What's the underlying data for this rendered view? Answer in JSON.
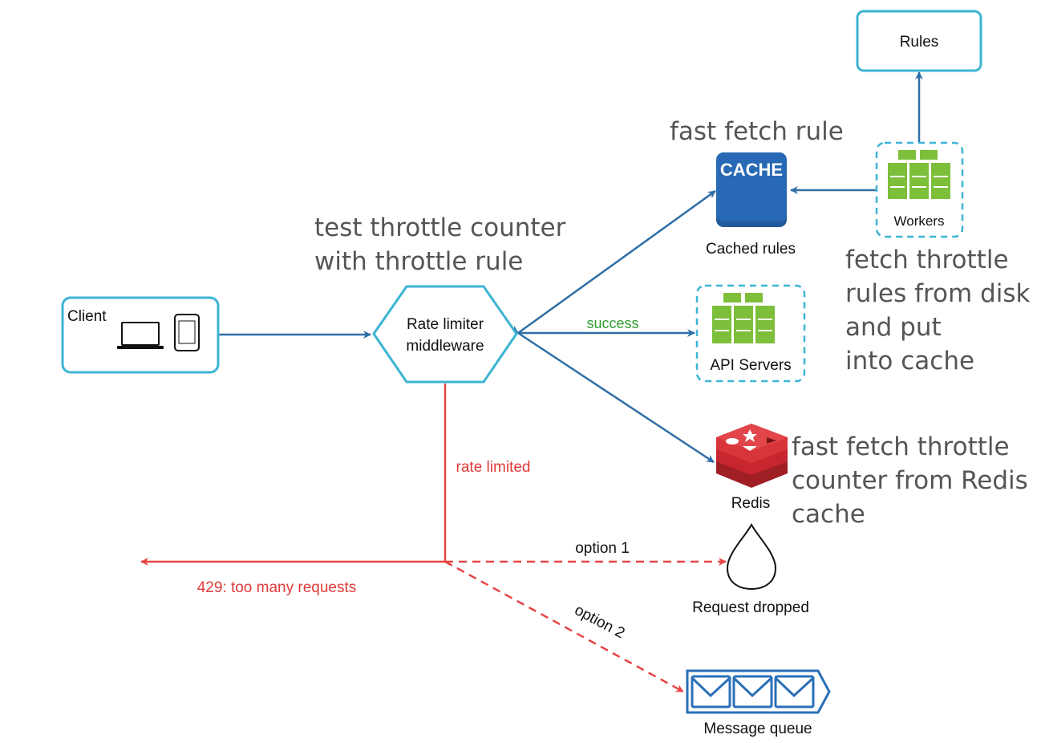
{
  "nodes": {
    "client": "Client",
    "rate_limiter": [
      "Rate limiter",
      "middleware"
    ],
    "cache_icon_text": "CACHE",
    "cached_rules": "Cached rules",
    "workers": "Workers",
    "rules": "Rules",
    "api_servers": "API Servers",
    "redis": "Redis",
    "request_dropped": "Request dropped",
    "message_queue": "Message queue"
  },
  "edge_labels": {
    "success": "success",
    "rate_limited": "rate limited",
    "too_many": "429: too many requests",
    "option1": "option 1",
    "option2": "option 2"
  },
  "annotations": {
    "test_throttle": [
      "test throttle counter",
      "with throttle rule"
    ],
    "fast_fetch_rule": "fast fetch rule",
    "fetch_rules": [
      "fetch throttle",
      "rules from disk",
      "and put",
      "into cache"
    ],
    "fast_fetch_counter": [
      "fast fetch throttle",
      "counter from Redis",
      "cache"
    ]
  },
  "colors": {
    "blue_arrow": "#2f6ea6",
    "red_arrow": "#e84444",
    "box_border": "#3cb4d4",
    "server_green": "#7dbf3a",
    "cache_blue": "#2769b4",
    "redis_red": "#c8262e",
    "queue_blue": "#2a6fb8"
  }
}
